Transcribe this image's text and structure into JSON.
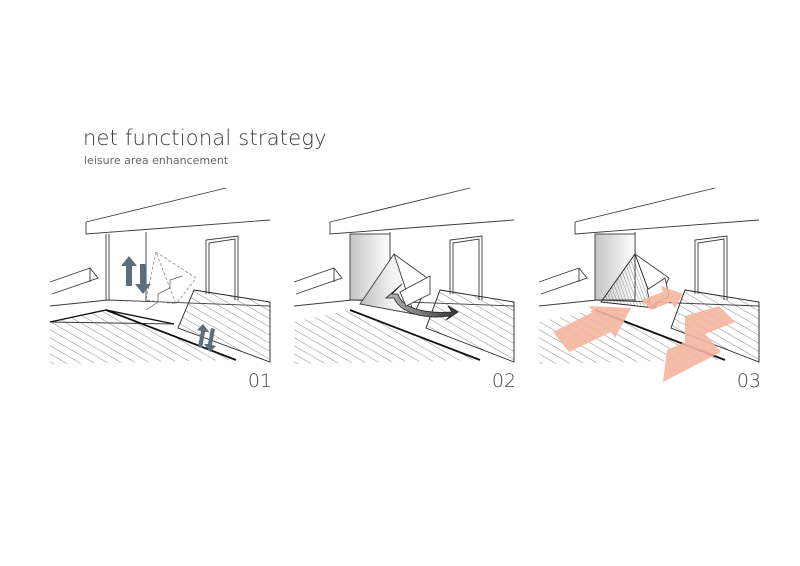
{
  "header": {
    "title": "net functional strategy",
    "subtitle": "leisure area enhancement"
  },
  "panels": [
    {
      "number": "01",
      "highlight": "arrows-updown",
      "accent": "#5c6e7b"
    },
    {
      "number": "02",
      "highlight": "gradient-pyramid",
      "accent": "#3c3c3c"
    },
    {
      "number": "03",
      "highlight": "salmon-arrows",
      "accent": "#f4b59f"
    }
  ],
  "colors": {
    "line": "#3a3a3a",
    "arrow_slate": "#5c6e7b",
    "arrow_salmon": "#f4b59f"
  }
}
